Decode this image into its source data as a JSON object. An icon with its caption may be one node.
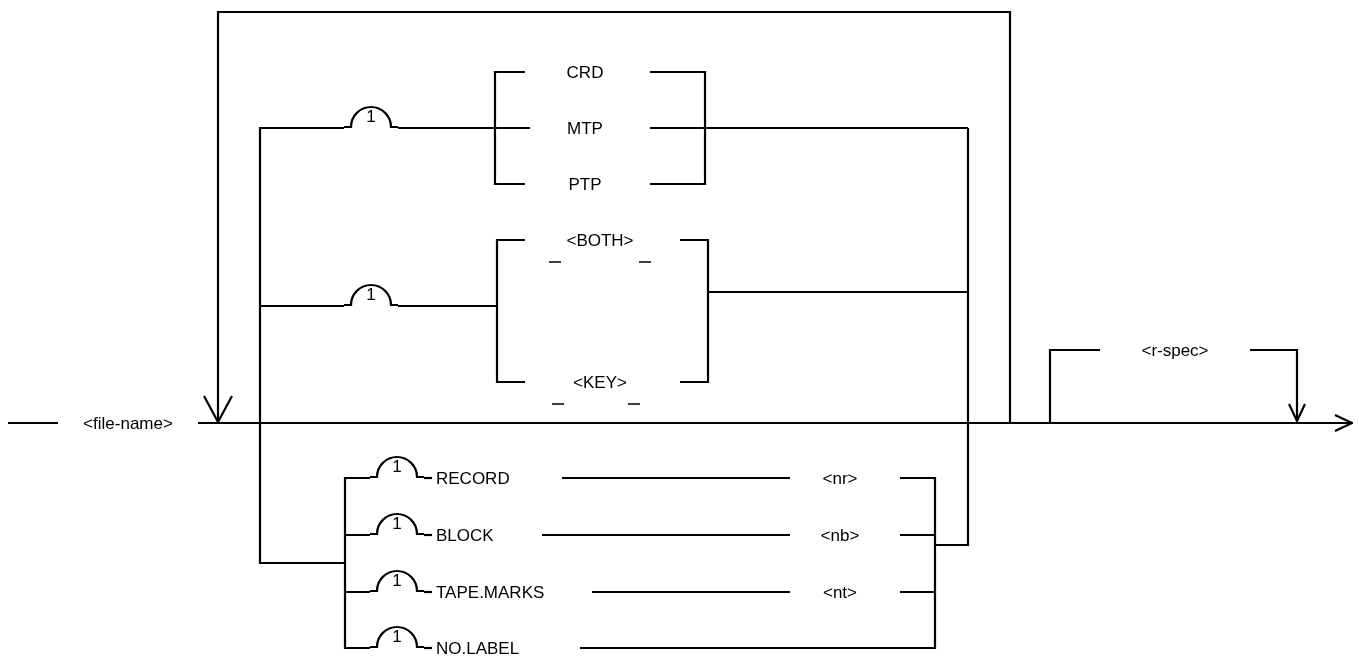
{
  "diagram": {
    "nodes": [
      {
        "text": [
          "<file-name>"
        ]
      },
      {
        "text": [
          "1"
        ]
      },
      {
        "text": [
          "CRD"
        ]
      },
      {
        "text": [
          "MTP"
        ]
      },
      {
        "text": [
          "PTP"
        ]
      },
      {
        "text": [
          "1"
        ]
      },
      {
        "text": [
          "<BOTH>"
        ]
      },
      {
        "text": [
          "<KEY>"
        ]
      },
      {
        "text": [
          "1"
        ]
      },
      {
        "text": [
          "RECORD"
        ]
      },
      {
        "text": [
          "<nr>"
        ]
      },
      {
        "text": [
          "1"
        ]
      },
      {
        "text": [
          "BLOCK"
        ]
      },
      {
        "text": [
          "<nb>"
        ]
      },
      {
        "text": [
          "1"
        ]
      },
      {
        "text": [
          "TAPE.MARKS"
        ]
      },
      {
        "text": [
          "<nt>"
        ]
      },
      {
        "text": [
          "1"
        ]
      },
      {
        "text": [
          "NO.LABEL"
        ]
      },
      {
        "text": [
          "<r-spec>"
        ]
      }
    ],
    "edges": [
      {
        "from": null,
        "to": 0,
        "arrow": "none"
      },
      {
        "from": 0,
        "to": null,
        "arrow": "to"
      },
      {
        "from": 1,
        "to": 3,
        "arrow": "none"
      },
      {
        "from": 8,
        "to": 9,
        "arrow": "none"
      },
      {
        "from": 9,
        "to": 10,
        "arrow": "none"
      },
      {
        "from": 11,
        "to": 12,
        "arrow": "none"
      },
      {
        "from": 12,
        "to": 13,
        "arrow": "none"
      },
      {
        "from": 14,
        "to": 15,
        "arrow": "none"
      },
      {
        "from": 15,
        "to": 16,
        "arrow": "none"
      },
      {
        "from": 17,
        "to": 18,
        "arrow": "none"
      },
      {
        "from": null,
        "to": 19,
        "arrow": "none"
      },
      {
        "from": 19,
        "to": null,
        "arrow": "to"
      }
    ]
  }
}
